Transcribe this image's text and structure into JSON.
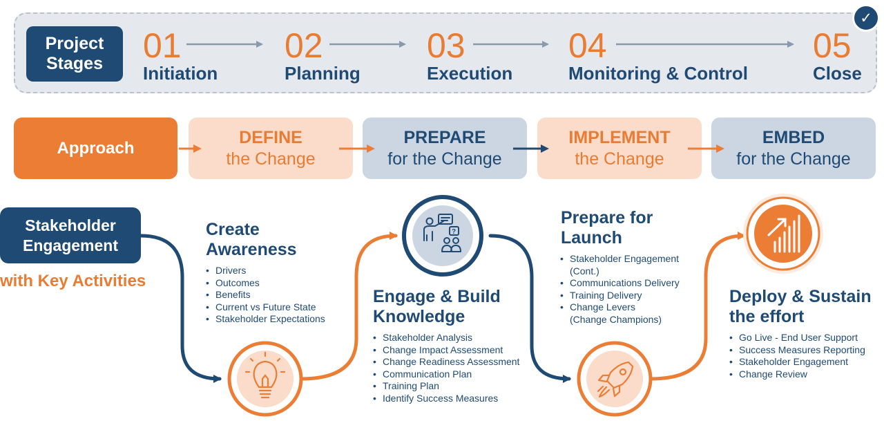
{
  "project_stages": {
    "label": "Project Stages",
    "stages": [
      {
        "number": "01",
        "name": "Initiation"
      },
      {
        "number": "02",
        "name": "Planning"
      },
      {
        "number": "03",
        "name": "Execution"
      },
      {
        "number": "04",
        "name": "Monitoring & Control"
      },
      {
        "number": "05",
        "name": "Close"
      }
    ],
    "badge_icon": "checkmark-icon"
  },
  "approach": {
    "label": "Approach",
    "phases": [
      {
        "title": "DEFINE",
        "subtitle": "the Change",
        "color": "#e97c33"
      },
      {
        "title": "PREPARE",
        "subtitle": "for the Change",
        "color": "#1f4a74"
      },
      {
        "title": "IMPLEMENT",
        "subtitle": "the Change",
        "color": "#e97c33"
      },
      {
        "title": "EMBED",
        "subtitle": "for the Change",
        "color": "#1f4a74"
      }
    ]
  },
  "stakeholder": {
    "label": "Stakeholder Engagement",
    "subtitle": "with Key Activities"
  },
  "activities": [
    {
      "title": "Create Awareness",
      "icon": "lightbulb-icon",
      "items": [
        "Drivers",
        "Outcomes",
        "Benefits",
        "Current vs Future State",
        "Stakeholder Expectations"
      ]
    },
    {
      "title": "Engage & Build Knowledge",
      "icon": "presentation-icon",
      "items": [
        "Stakeholder Analysis",
        "Change Impact Assessment",
        "Change Readiness Assessment",
        "Communication Plan",
        "Training Plan",
        "Identify Success Measures"
      ]
    },
    {
      "title": "Prepare for Launch",
      "icon": "rocket-icon",
      "items": [
        "Stakeholder Engagement (Cont.)",
        "Communications Delivery",
        "Training Delivery",
        "Change Levers (Change Champions)"
      ]
    },
    {
      "title": "Deploy & Sustain the effort",
      "icon": "growth-chart-icon",
      "items": [
        "Go Live - End User Support",
        "Success Measures Reporting",
        "Stakeholder Engagement",
        "Change Review"
      ]
    }
  ],
  "colors": {
    "navy": "#1f4a74",
    "orange": "#e97c33",
    "light_orange": "#fbdccb",
    "light_blue": "#ccd6e2"
  }
}
